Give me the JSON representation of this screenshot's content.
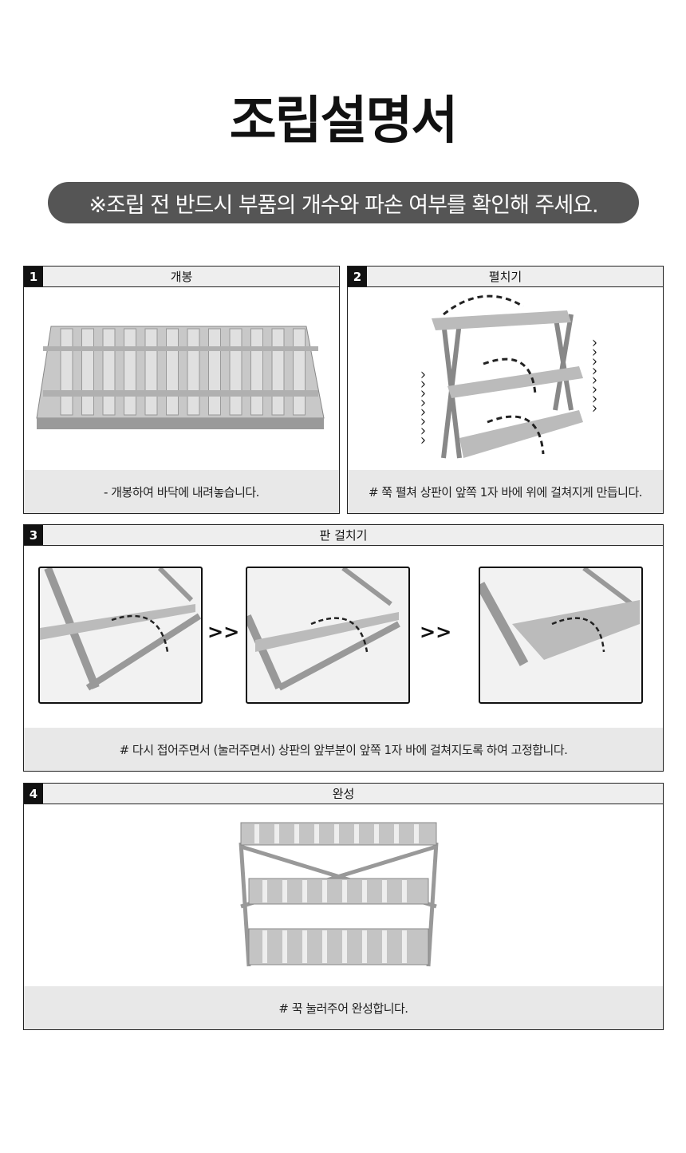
{
  "title": "조립설명서",
  "notice": "※조립 전 반드시 부품의 개수와 파손 여부를 확인해 주세요.",
  "steps": [
    {
      "num": "1",
      "label": "개봉",
      "caption": "- 개봉하여 바닥에 내려놓습니다."
    },
    {
      "num": "2",
      "label": "펼치기",
      "caption": "#  쭉 펼쳐 상판이 앞쪽 1자 바에 위에 걸쳐지게 만듭니다."
    },
    {
      "num": "3",
      "label": "판 걸치기",
      "caption": "#  다시 접어주면서 (눌러주면서) 상판의 앞부분이 앞쪽 1자 바에 걸쳐지도록 하여 고정합니다.",
      "arrow": ">>"
    },
    {
      "num": "4",
      "label": "완성",
      "caption": "#  꾹 눌러주어 완성합니다."
    }
  ]
}
